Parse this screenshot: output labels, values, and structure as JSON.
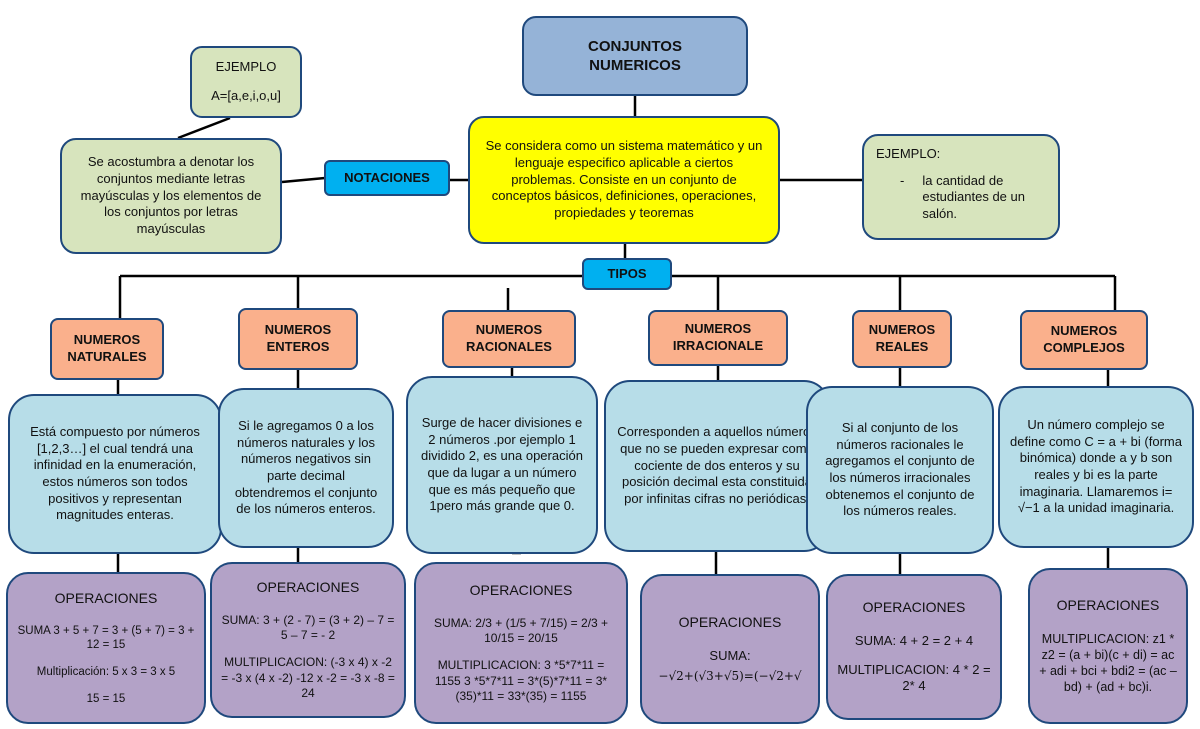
{
  "title": {
    "line1": "CONJUNTOS",
    "line2": "NUMERICOS"
  },
  "definition": "Se considera como un sistema matemático y un lenguaje especifico aplicable a ciertos problemas. Consiste en un conjunto de conceptos básicos, definiciones, operaciones, propiedades y teoremas",
  "notaciones": {
    "label": "NOTACIONES",
    "text": "Se acostumbra a denotar los conjuntos mediante letras mayúsculas y los elementos de los conjuntos por letras mayúsculas",
    "example_title": "EJEMPLO",
    "example_value": "A=[a,e,i,o,u]"
  },
  "example_right": {
    "title": "EJEMPLO:",
    "bullet": "-",
    "text": "la cantidad de estudiantes de un salón."
  },
  "tipos_label": "TIPOS",
  "types": [
    {
      "name": "NUMEROS NATURALES",
      "desc": "Está compuesto por números [1,2,3…] el cual tendrá una infinidad en la enumeración, estos números son todos positivos y representan magnitudes enteras.",
      "ops_title": "OPERACIONES",
      "ops": [
        "SUMA 3 + 5 + 7 = 3 + (5 + 7) = 3 + 12 = 15",
        "Multiplicación: 5 x 3 = 3 x 5",
        "15 = 15"
      ]
    },
    {
      "name": "NUMEROS ENTEROS",
      "desc": "Si le agregamos 0 a los números naturales y los números negativos sin parte decimal obtendremos el conjunto de los números enteros.",
      "ops_title": "OPERACIONES",
      "ops": [
        "SUMA: 3 + (2 - 7) = (3 + 2) – 7 = 5 – 7 = - 2",
        "MULTIPLICACION: (-3 x 4) x -2 = -3 x (4 x -2) -12 x -2 = -3 x -8 = 24"
      ]
    },
    {
      "name": "NUMEROS RACIONALES",
      "desc": "Surge de hacer divisiones e 2 números .por ejemplo 1 dividido 2, es una operación que da lugar a un número que es más pequeño que 1pero más grande que 0.",
      "ops_title": "OPERACIONES",
      "ops": [
        "SUMA: 2/3 + (1/5 + 7/15) = 2/3 + 10/15 = 20/15",
        "MULTIPLICACION: 3 *5*7*11 = 1155 3 *5*7*11 = 3*(5)*7*11 = 3*(35)*11 = 33*(35) = 1155"
      ]
    },
    {
      "name": "NUMEROS IRRACIONALE",
      "desc": "Corresponden a aquellos números que no se pueden expresar como cociente de dos enteros y su posición decimal esta constituida por infinitas cifras no periódicas.",
      "ops_title": "OPERACIONES",
      "ops": [
        "SUMA:",
        "−√2+(√3+√5)=(−√2+√"
      ]
    },
    {
      "name": "NUMEROS REALES",
      "desc": "Si al conjunto de los números racionales le agregamos el conjunto de los números irracionales obtenemos el conjunto de los números reales.",
      "ops_title": "OPERACIONES",
      "ops": [
        "SUMA: 4 + 2 = 2 + 4",
        "MULTIPLICACION: 4 * 2 = 2* 4"
      ]
    },
    {
      "name": "NUMEROS COMPLEJOS",
      "desc": "Un número complejo se define como C = a + bi (forma binómica) donde a y b son reales y bi es la parte imaginaria. Llamaremos i= √−1 a la unidad imaginaria.",
      "ops_title": "OPERACIONES",
      "ops": [
        "MULTIPLICACION: z1 * z2 = (a + bi)(c + di) = ac + adi + bci + bdi2 = (ac – bd) + (ad + bc)i."
      ]
    }
  ],
  "colors": {
    "border": "#1f497d",
    "title_fill": "#95b3d7",
    "definition_fill": "#ffff00",
    "label_fill": "#00b0f0",
    "example_fill": "#d7e4bd",
    "type_fill": "#fab08c",
    "desc_fill": "#b7dde8",
    "ops_fill": "#b3a2c7"
  }
}
